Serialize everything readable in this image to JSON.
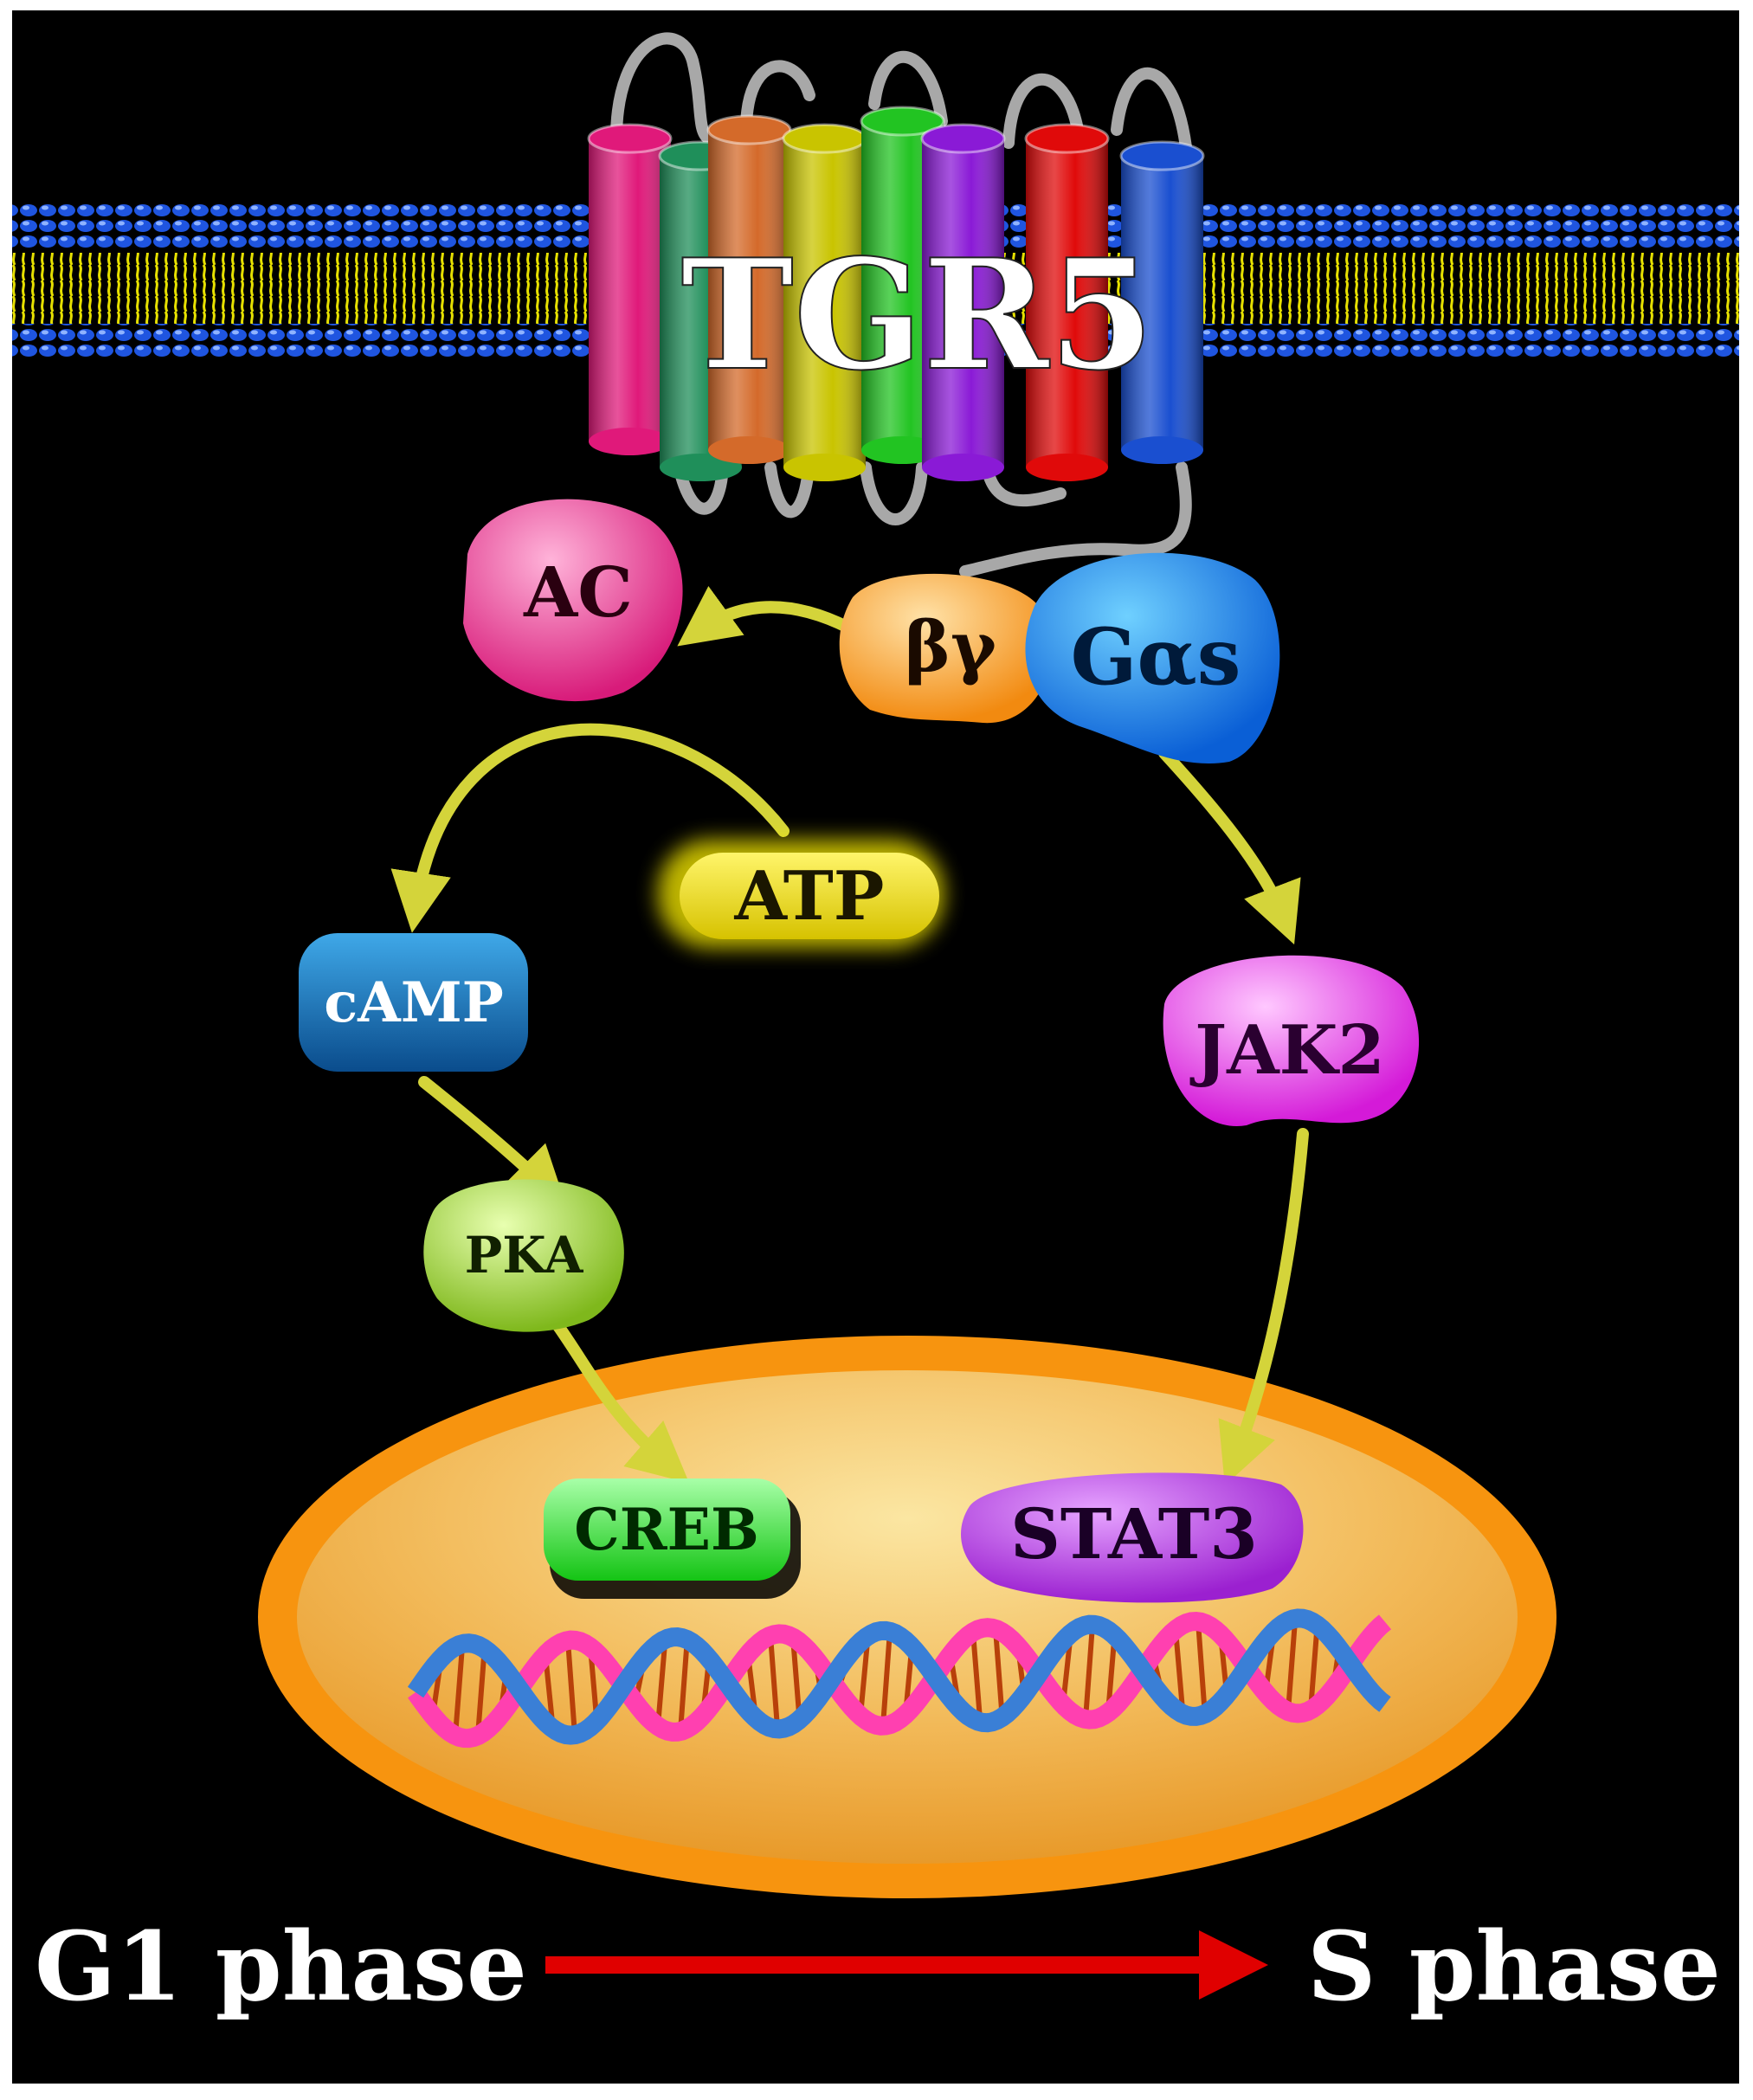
{
  "receptor": {
    "label": "TGR5"
  },
  "nodes": {
    "ac": "AC",
    "beta_gamma": "βγ",
    "g_alpha_s": "Gαs",
    "atp": "ATP",
    "camp": "cAMP",
    "pka": "PKA",
    "jak2": "JAK2",
    "creb": "CREB",
    "stat3": "STAT3"
  },
  "cell_cycle": {
    "from": "G1 phase",
    "to": "S phase"
  },
  "colors": {
    "background": "#000000",
    "arrow": "#d4d43a",
    "phase_arrow": "#e00000",
    "nucleus_rim": "#f7940f",
    "nucleus_fill": "#f5c060",
    "membrane_head": "#1f55e0",
    "membrane_tail": "#e6e000",
    "helices": [
      "#e0197a",
      "#1f8f5a",
      "#d46a2a",
      "#c9c400",
      "#22c422",
      "#8a1ad6",
      "#e00a0a",
      "#1a4fd0"
    ]
  }
}
